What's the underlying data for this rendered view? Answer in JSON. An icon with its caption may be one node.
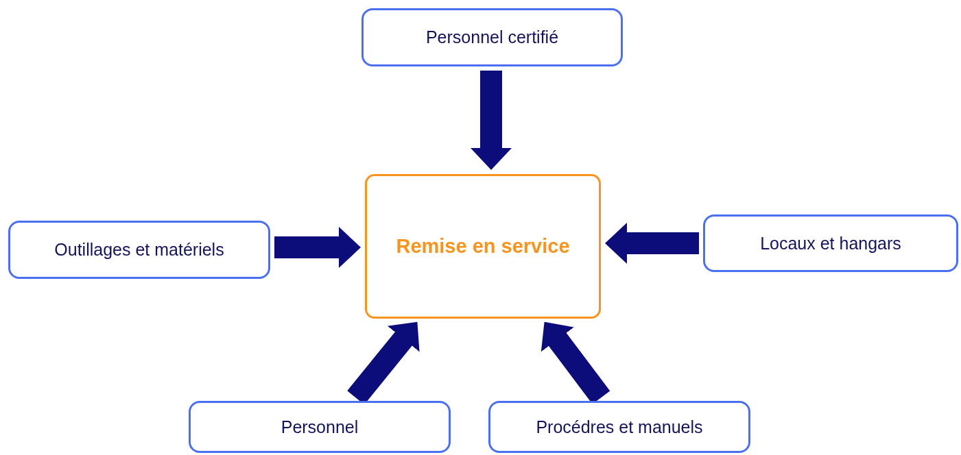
{
  "diagram": {
    "nodes": [
      {
        "text": [
          "Personnel certifié"
        ]
      },
      {
        "text": [
          "Outillages et matériels"
        ]
      },
      {
        "text": [
          "Remise en service"
        ]
      },
      {
        "text": [
          "Locaux et hangars"
        ]
      },
      {
        "text": [
          "Personnel"
        ]
      },
      {
        "text": [
          "Procédres et manuels"
        ]
      }
    ],
    "edges": [
      {
        "from": 0,
        "to": 2,
        "arrow": "to"
      },
      {
        "from": 1,
        "to": 2,
        "arrow": "to"
      },
      {
        "from": 3,
        "to": 2,
        "arrow": "to"
      },
      {
        "from": 4,
        "to": 2,
        "arrow": "to"
      },
      {
        "from": 5,
        "to": 2,
        "arrow": "to"
      }
    ]
  }
}
